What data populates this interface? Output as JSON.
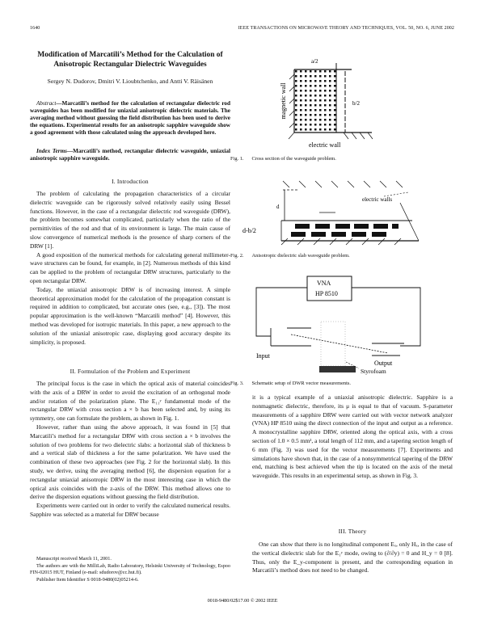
{
  "header": {
    "page_number": "1640",
    "journal": "IEEE TRANSACTIONS ON MICROWAVE THEORY AND TECHNIQUES, VOL. 50, NO. 6, JUNE 2002"
  },
  "title": "Modification of Marcatili’s Method for the Calculation of Anisotropic Rectangular Dielectric Waveguides",
  "authors": "Sergey N. Dudorov, Dmitri V. Lioubtchenko, and Antti V. Räisänen",
  "abstract": {
    "label": "Abstract",
    "text": "—Marcatili’s method for the calculation of rectangular dielectric rod waveguides has been modified for uniaxial anisotropic dielectric materials. The averaging method without guessing the field distribution has been used to derive the equations. Experimental results for an anisotropic sapphire waveguide show a good agreement with those calculated using the approach developed here."
  },
  "index_terms": {
    "label": "Index Terms",
    "text": "—Marcatili’s method, rectangular dielectric waveguide, uniaxial anisotropic sapphire waveguide."
  },
  "sections": {
    "intro_heading": "I. Introduction",
    "intro": [
      "The problem of calculating the propagation characteristics of a circular dielectric waveguide can be rigorously solved relatively easily using Bessel functions. However, in the case of a rectangular dielectric rod waveguide (DRW), the problem becomes somewhat complicated, particularly when the ratio of the permittivities of the rod and that of its environment is large. The main cause of slow convergence of numerical methods is the presence of sharp corners of the DRW [1].",
      "A good exposition of the numerical methods for calculating general millimeter-wave structures can be found, for example, in [2]. Numerous methods of this kind can be applied to the problem of rectangular DRW structures, particularly to the open rectangular DRW.",
      "Today, the uniaxial anisotropic DRW is of increasing interest. A simple theoretical approximation model for the calculation of the propagation constant is required in addition to complicated, but accurate ones (see, e.g., [3]). The most popular approximation is the well-known “Marcatili method” [4]. However, this method was developed for isotropic materials. In this paper, a new approach to the solution of the uniaxial anisotropic case, displaying good accuracy despite its simplicity, is proposed."
    ],
    "formulation_heading": "II. Formulation of the Problem and Experiment",
    "formulation": [
      "The principal focus is the case in which the optical axis of material coincides with the axis of a DRW in order to avoid the excitation of an orthogonal mode and/or rotation of the polarization plane. The E₁₁ʸ fundamental mode of the rectangular DRW with cross section a × b has been selected and, by using its symmetry, one can formulate the problem, as shown in Fig. 1.",
      "However, rather than using the above approach, it was found in [5] that Marcatili’s method for a rectangular DRW with cross section a × b involves the solution of two problems for two dielectric slabs: a horizontal slab of thickness b and a vertical slab of thickness a for the same polarization. We have used the combination of these two approaches (see Fig. 2 for the horizontal slab). In this study, we derive, using the averaging method [6], the dispersion equation for a rectangular uniaxial anisotropic DRW in the most interesting case in which the optical axis coincides with the z-axis of the DRW. This method allows one to derive the dispersion equations without guessing the field distribution.",
      "Experiments were carried out in order to verify the calculated numerical results. Sapphire was selected as a material for DRW because"
    ],
    "right_continuation": "it is a typical example of a uniaxial anisotropic dielectric. Sapphire is a nonmagnetic dielectric, therefore, its μ is equal to that of vacuum. S-parameter measurements of a sapphire DRW were carried out with vector network analyzer (VNA) HP 8510 using the direct connection of the input and output as a reference. A monocrystalline sapphire DRW, oriented along the optical axis, with a cross section of 1.0 × 0.5 mm², a total length of 112 mm, and a tapering section length of 6 mm (Fig. 3) was used for the vector measurements [7]. Experiments and simulations have shown that, in the case of a nonsymmetrical tapering of the DRW end, matching is best achieved when the tip is located on the axis of the metal waveguide. This results in an experimental setup, as shown in Fig. 3.",
    "theory_heading": "III. Theory",
    "theory": "One can show that there is no longitudinal component Eₓ, only Hₓ, in the case of the vertical dielectric slab for the E₁ʸ mode, owing to (∂/∂y) = 0 and H_y = 0 [8]. Thus, only the E_y-component is present, and the corresponding equation in Marcatili’s method does not need to be changed."
  },
  "figures": {
    "fig1": {
      "caption_num": "Fig. 1.",
      "caption": "Cross section of the waveguide problem.",
      "labels": {
        "magnetic_wall": "magnetic wall",
        "electric_wall": "electric wall",
        "a_half": "a/2",
        "b_half": "b/2"
      }
    },
    "fig2": {
      "caption_num": "Fig. 2.",
      "caption": "Anisotropic dielectric slab waveguide problem.",
      "labels": {
        "electric_walls": "electric walls",
        "d": "d",
        "b_half": "d-b/2"
      }
    },
    "fig3": {
      "caption_num": "Fig. 3.",
      "caption": "Schematic setup of DWR vector measurements.",
      "labels": {
        "vna": "VNA",
        "hp": "HP 8510",
        "input": "Input",
        "output": "Output",
        "styrofoam": "Styrofoam"
      }
    }
  },
  "footnotes": [
    "Manuscript received March 11, 2001.",
    "The authors are with the MilliLab, Radio Laboratory, Helsinki University of Technology, Espoo FIN-02015 HUT, Finland (e-mail: sdudorov@cc.hut.fi).",
    "Publisher Item Identifier S 0018-9480(02)05214-6."
  ],
  "footer": "0018-9480/02$17.00 © 2002 IEEE"
}
